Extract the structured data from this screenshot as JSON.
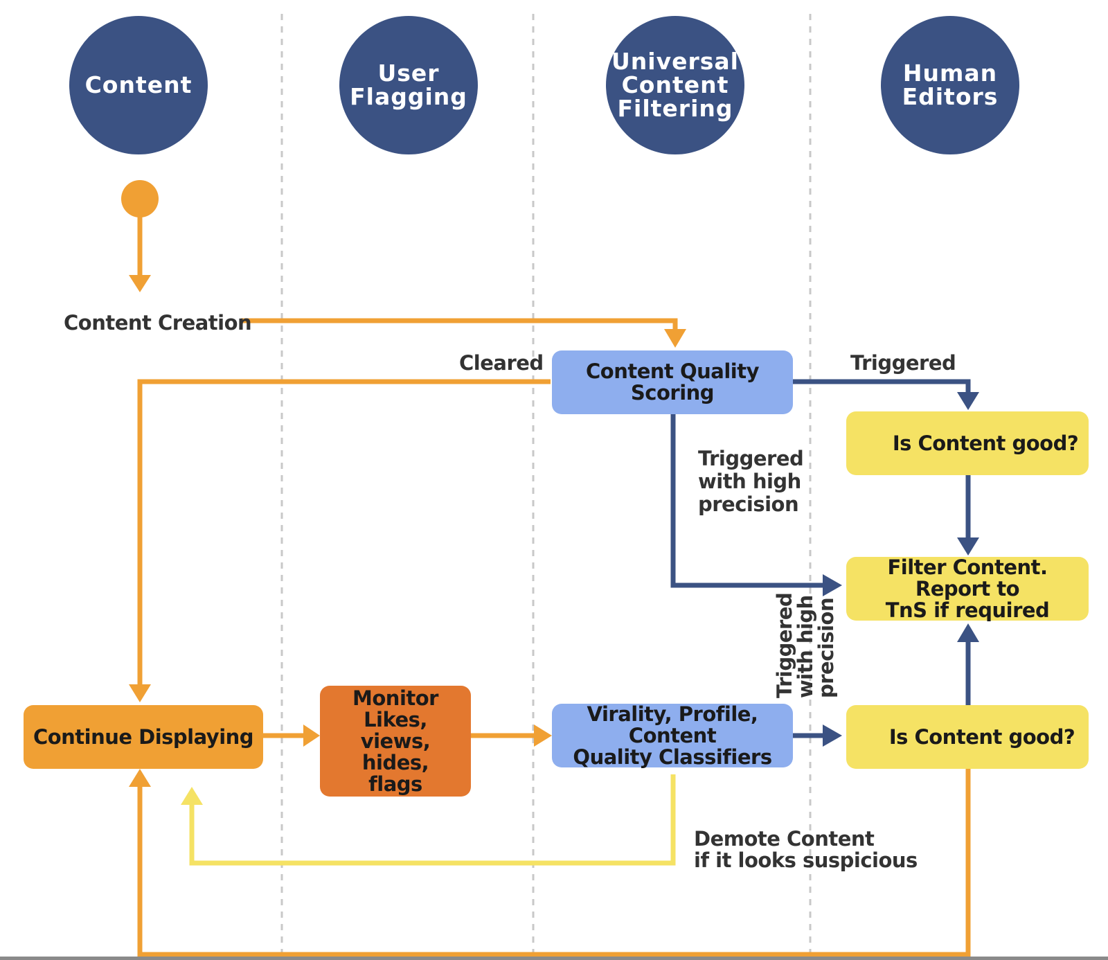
{
  "lanes": [
    {
      "id": "content",
      "label": "Content"
    },
    {
      "id": "user_flagging",
      "label": "User\nFlagging"
    },
    {
      "id": "universal_filtering",
      "label": "Universal\nContent\nFiltering"
    },
    {
      "id": "human_editors",
      "label": "Human\nEditors"
    }
  ],
  "nodes": {
    "content_creation": "Content Creation",
    "content_quality_scoring": "Content Quality\nScoring",
    "is_content_good_top": "Is Content good?",
    "filter_content": "Filter Content. Report to\nTnS if required",
    "continue_displaying": "Continue Displaying",
    "monitor": "Monitor Likes,\nviews, hides,\nflags",
    "classifiers": "Virality, Profile, Content\nQuality Classifiers",
    "is_content_good_bottom": "Is Content good?"
  },
  "edge_labels": {
    "cleared": "Cleared",
    "triggered": "Triggered",
    "triggered_high_precision": "Triggered\nwith high\nprecision",
    "triggered_high_precision_vertical": "Triggered\nwith high\nprecision",
    "demote": "Demote Content\nif it looks suspicious"
  },
  "colors": {
    "lane_circle": "#3b5283",
    "orange_arrow": "#f0a034",
    "navy_arrow": "#3b5283",
    "yellow_arrow": "#f5e264",
    "blue_box": "#8eaeee",
    "yellow_box": "#f5e264",
    "orange_box": "#f0a034",
    "dark_orange_box": "#e3782f"
  }
}
